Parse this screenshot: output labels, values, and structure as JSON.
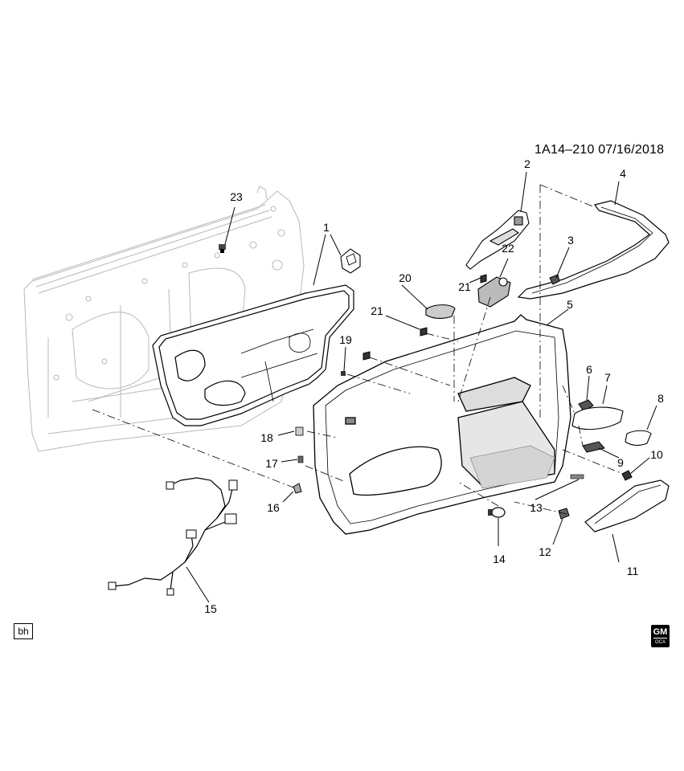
{
  "header": {
    "code": "1A14–210  07/16/2018"
  },
  "corner_label": "bh",
  "logo": {
    "top": "GM",
    "bottom": "OCA"
  },
  "callouts": [
    "1",
    "2",
    "3",
    "4",
    "5",
    "6",
    "7",
    "8",
    "9",
    "10",
    "11",
    "12",
    "13",
    "14",
    "15",
    "16",
    "17",
    "18",
    "19",
    "20",
    "21",
    "21",
    "22",
    "23"
  ]
}
